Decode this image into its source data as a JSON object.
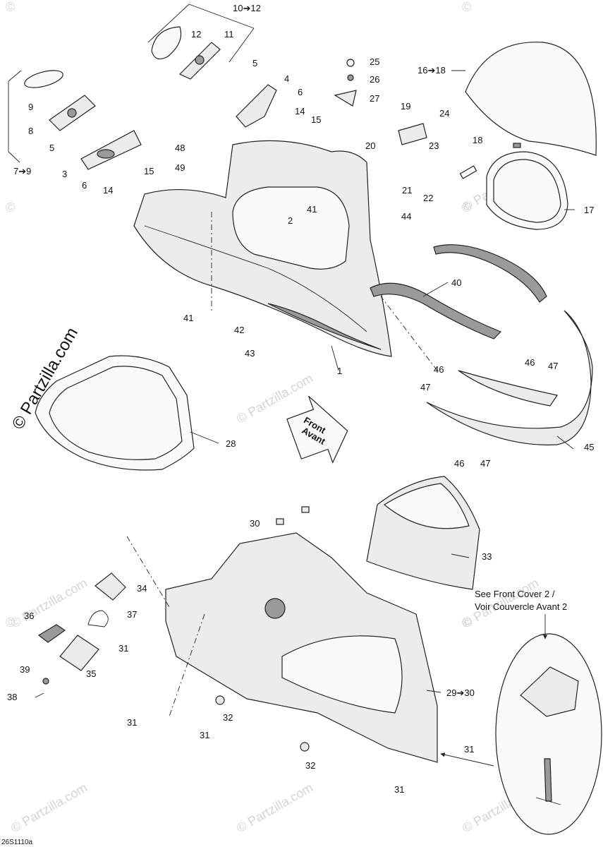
{
  "diagram": {
    "figure_code": "26S1110a",
    "watermark_side": "© Partzilla.com",
    "watermark_small": "© Partzilla.com",
    "front_arrow_text": [
      "Front",
      "Avant"
    ],
    "cross_reference_note": [
      "See Front Cover 2 /",
      "Voir Couvercle Avant 2"
    ],
    "callouts": [
      "10➔12",
      "12",
      "11",
      "5",
      "4",
      "6",
      "25",
      "26",
      "27",
      "16➔18",
      "9",
      "8",
      "5",
      "3",
      "6",
      "14",
      "15",
      "14",
      "15",
      "7➔9",
      "19",
      "24",
      "20",
      "23",
      "48",
      "49",
      "18",
      "41",
      "2",
      "21",
      "22",
      "17",
      "44",
      "40",
      "41",
      "42",
      "43",
      "1",
      "46",
      "47",
      "46",
      "47",
      "45",
      "46",
      "47",
      "28",
      "30",
      "33",
      "34",
      "36",
      "37",
      "31",
      "35",
      "39",
      "38",
      "29➔30",
      "31",
      "32",
      "31",
      "31",
      "32",
      "31"
    ]
  }
}
